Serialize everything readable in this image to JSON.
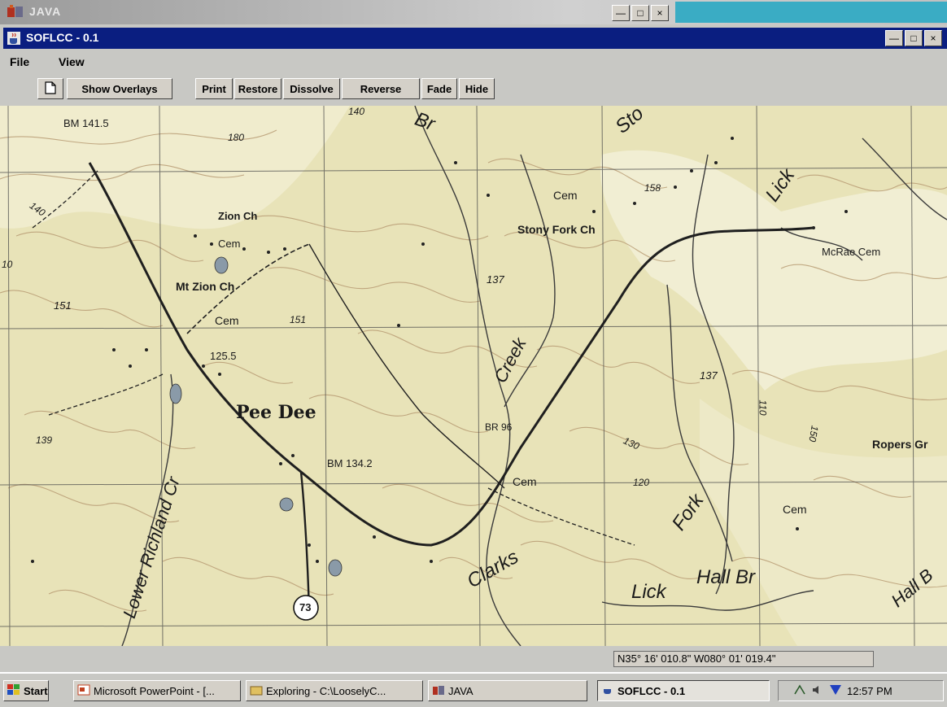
{
  "outer_window": {
    "title": "JAVA"
  },
  "inner_window": {
    "title": "SOFLCC - 0.1"
  },
  "menu": {
    "file": "File",
    "view": "View"
  },
  "toolbar": {
    "show_overlays": "Show Overlays",
    "print": "Print",
    "restore": "Restore",
    "dissolve": "Dissolve",
    "reverse": "Reverse",
    "fade": "Fade",
    "hide": "Hide"
  },
  "map_labels": {
    "bm_top": "BM 141.5",
    "elev_180": "180",
    "elev_140_top": "140",
    "br_top": "Br",
    "sto": "Sto",
    "lick_top": "Lick",
    "zion_ch": "Zion Ch",
    "cem_zion": "Cem",
    "cem_top": "Cem",
    "elev_158": "158",
    "stony_fork_ch": "Stony Fork Ch",
    "mcrae_cem": "McRae Cem",
    "elev_140_left": "140",
    "elev_10": "10",
    "mt_zion_ch": "Mt Zion Ch",
    "elev_137": "137",
    "elev_151_left": "151",
    "cem_mt_zion": "Cem",
    "elev_151": "151",
    "elev_125_5": "125.5",
    "creek": "Creek",
    "elev_137_right": "137",
    "elev_110": "110",
    "elev_150": "150",
    "pee_dee": "Pee Dee",
    "br_96": "BR 96",
    "elev_130": "130",
    "elev_139": "139",
    "ropers_gr": "Ropers Gr",
    "bm_134": "BM 134.2",
    "cem_mid": "Cem",
    "elev_120": "120",
    "cem_right": "Cem",
    "fork": "Fork",
    "lower_richland_cr": "Lower Richland Cr",
    "clarks": "Clarks",
    "lick_bottom": "Lick",
    "hall_br": "Hall Br",
    "hall_right": "Hall B",
    "route_73": "73"
  },
  "status": {
    "coordinates": "N35° 16' 010.8\" W080° 01' 019.4\""
  },
  "taskbar": {
    "start": "Start",
    "tasks": [
      "Microsoft PowerPoint - [...",
      "Exploring - C:\\LooselyC...",
      "JAVA",
      "SOFLCC - 0.1"
    ],
    "clock": "12:57 PM"
  },
  "colors": {
    "map_base": "#e8e3b8",
    "inner_title": "#0a1e80",
    "outer_accent": "#3aacc4"
  }
}
